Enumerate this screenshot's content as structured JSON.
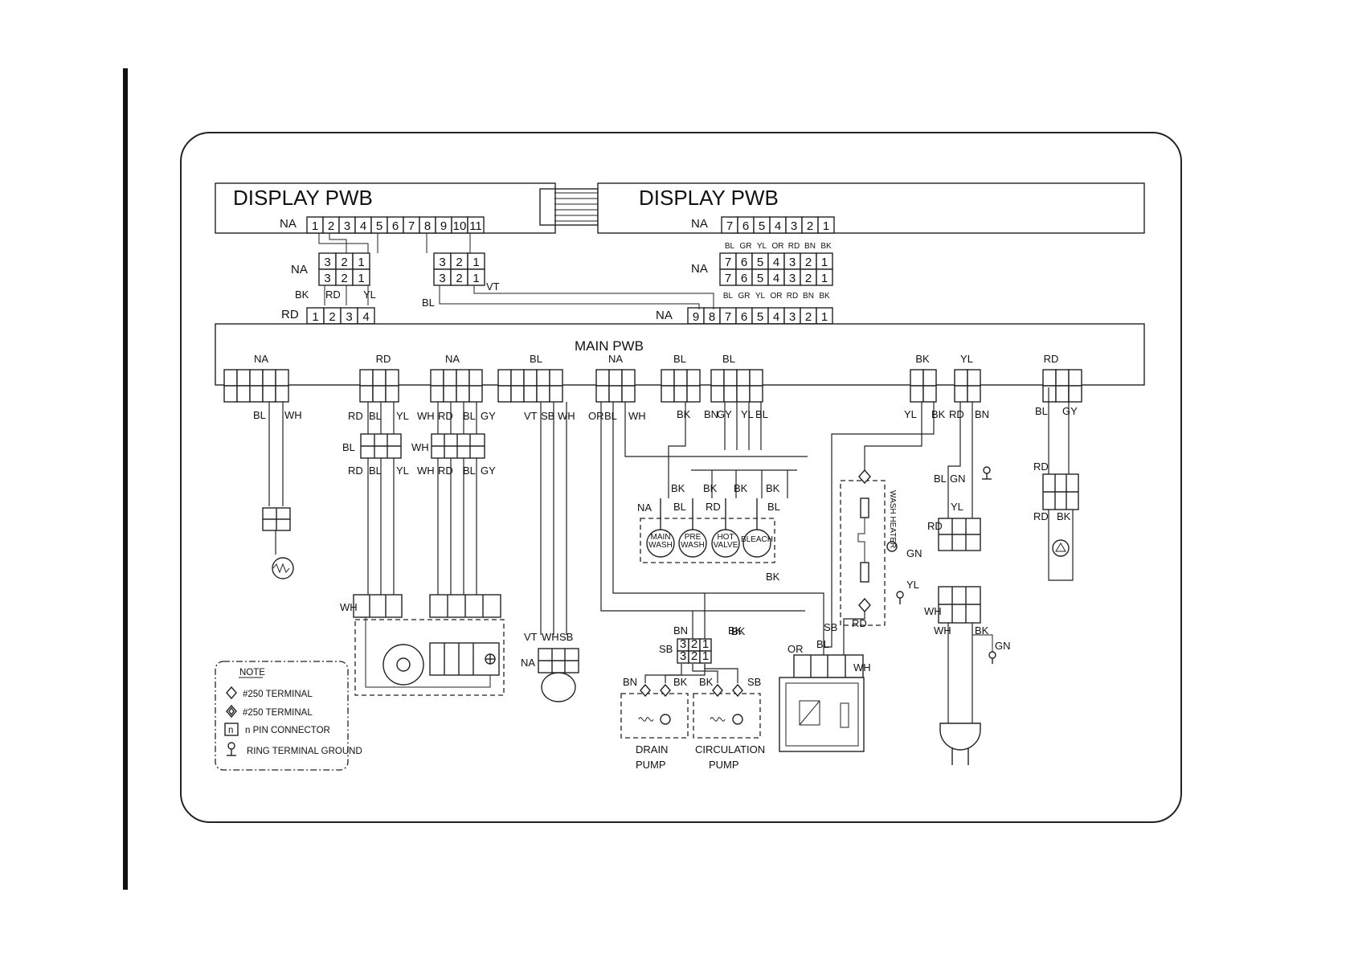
{
  "display_left": {
    "title": "DISPLAY PWB",
    "conn_label": "NA",
    "pins": [
      "1",
      "2",
      "3",
      "4",
      "5",
      "6",
      "7",
      "8",
      "9",
      "10",
      "11"
    ]
  },
  "display_right": {
    "title": "DISPLAY PWB",
    "conn_label": "NA",
    "pins": [
      "7",
      "6",
      "5",
      "4",
      "3",
      "2",
      "1"
    ],
    "wire_colors": [
      "BL",
      "GR",
      "YL",
      "OR",
      "RD",
      "BN",
      "BK"
    ]
  },
  "harness": {
    "left3": {
      "label": "NA",
      "pins": [
        "3",
        "2",
        "1"
      ]
    },
    "mid3": {
      "pins": [
        "3",
        "2",
        "1"
      ],
      "wire_vt": "VT",
      "wire_bl": "BL"
    },
    "left4": {
      "label": "RD",
      "pins": [
        "1",
        "2",
        "3",
        "4"
      ],
      "wires": [
        "BK",
        "RD",
        "YL"
      ]
    },
    "right7": {
      "label": "NA",
      "pins": [
        "7",
        "6",
        "5",
        "4",
        "3",
        "2",
        "1"
      ],
      "wire_colors": [
        "BL",
        "GR",
        "YL",
        "OR",
        "RD",
        "BN",
        "BK"
      ]
    },
    "right9": {
      "label": "NA",
      "pins": [
        "9",
        "8",
        "7",
        "6",
        "5",
        "4",
        "3",
        "2",
        "1"
      ]
    }
  },
  "main_pwb": {
    "title": "MAIN PWB",
    "connectors": [
      {
        "label": "NA",
        "wires": [
          "BL",
          "WH"
        ]
      },
      {
        "label": "RD",
        "wires": [
          "RD",
          "BL",
          "YL"
        ]
      },
      {
        "label": "NA",
        "wires": [
          "WH",
          "RD",
          "BL",
          "GY"
        ]
      },
      {
        "label": "BL",
        "wires": [
          "VT",
          "SB",
          "WH"
        ]
      },
      {
        "label": "NA",
        "wires": [
          "OR",
          "BL",
          "WH"
        ]
      },
      {
        "label": "BL",
        "wires": [
          "BK"
        ]
      },
      {
        "label": "BL",
        "wires": [
          "BN",
          "GY",
          "YL",
          "BL"
        ]
      },
      {
        "label": "BK",
        "wires": [
          "YL",
          "BK"
        ]
      },
      {
        "label": "YL",
        "wires": [
          "RD",
          "BN"
        ]
      },
      {
        "label": "RD",
        "wires": [
          "BL",
          "GY"
        ]
      }
    ]
  },
  "wire_labels": {
    "bl": "BL",
    "wh": "WH",
    "rd": "RD",
    "yl": "YL",
    "gy": "GY",
    "bk": "BK",
    "bn": "BN",
    "gn": "GN",
    "na": "NA",
    "vt": "VT",
    "sb": "SB",
    "or": "OR"
  },
  "valves": {
    "labels": [
      "MAIN WASH",
      "PRE WASH",
      "HOT VALVE",
      "BLEACH"
    ],
    "wires_top": [
      "BK",
      "BK",
      "BK",
      "BK"
    ],
    "wires_bottom": [
      "BL",
      "RD",
      "BL"
    ],
    "conn_label": "NA"
  },
  "heater": {
    "label": "WASH HEATER",
    "ground1": "GN",
    "ground2": "YL"
  },
  "pumps": {
    "drain": {
      "line1": "DRAIN",
      "line2": "PUMP",
      "wires": [
        "BN",
        "BK"
      ]
    },
    "circulation": {
      "line1": "CIRCULATION",
      "line2": "PUMP",
      "wires": [
        "BK",
        "SB"
      ]
    },
    "connector": {
      "pins": [
        "3",
        "2",
        "1"
      ],
      "wires": [
        "BN",
        "SB",
        "BK"
      ]
    }
  },
  "note": {
    "title": "NOTE",
    "items": [
      {
        "icon": "diamond-icon",
        "text": "#250 TERMINAL"
      },
      {
        "icon": "double-diamond-icon",
        "text": "#250 TERMINAL"
      },
      {
        "icon": "pin-connector-icon",
        "symbol": "n",
        "text": "n PIN CONNECTOR"
      },
      {
        "icon": "ring-ground-icon",
        "text": "RING TERMINAL GROUND"
      }
    ]
  }
}
